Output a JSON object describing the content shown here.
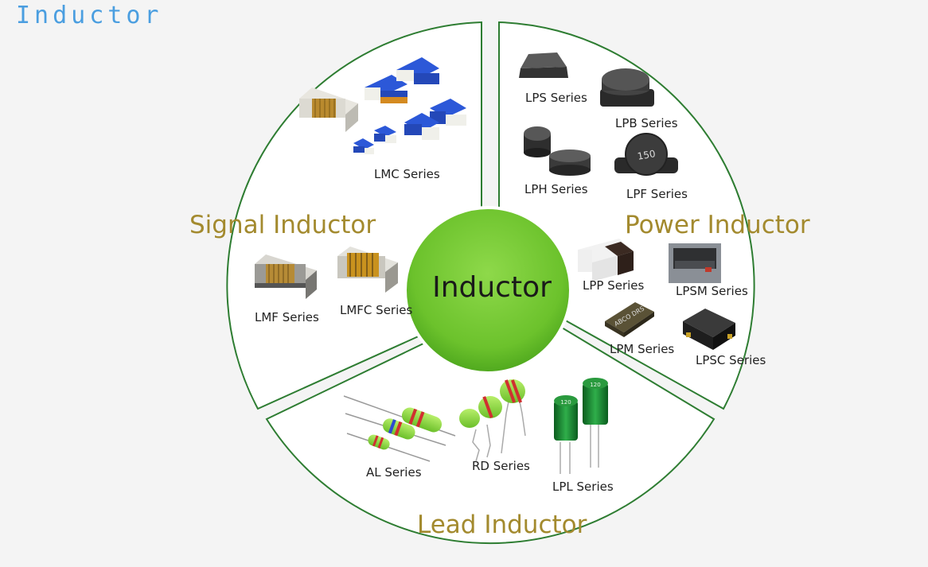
{
  "page_title": "Inductor",
  "center_label": "Inductor",
  "segments": {
    "signal": {
      "title": "Signal Inductor",
      "series": [
        "LMC Series",
        "LMF Series",
        "LMFC Series"
      ]
    },
    "power": {
      "title": "Power Inductor",
      "series": [
        "LPS Series",
        "LPB Series",
        "LPH Series",
        "LPF Series",
        "LPP Series",
        "LPSM Series",
        "LPM Series",
        "LPSC Series"
      ]
    },
    "lead": {
      "title": "Lead Inductor",
      "series": [
        "AL Series",
        "RD Series",
        "LPL Series"
      ]
    }
  },
  "component_markings": {
    "lpf": "150",
    "lpm": "ABCO DRS",
    "lpl": "120"
  },
  "colors": {
    "title": "#4a9ee0",
    "segment_title": "#a38a2e",
    "outline": "#2e7d32",
    "center_fill": "#7fd13b"
  }
}
